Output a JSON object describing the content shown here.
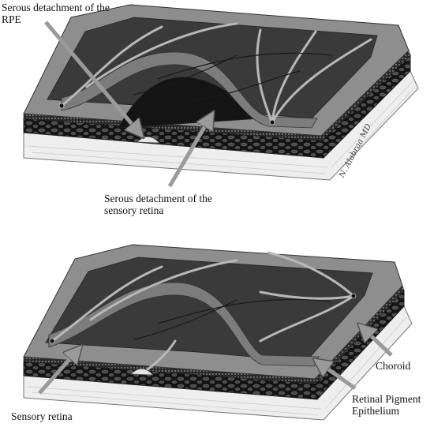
{
  "labels": {
    "rpe_detachment": "Serous detachment of the\nRPE",
    "sensory_detachment": "Serous detachment of the\nsensory retina",
    "sensory_retina": "Sensory retina",
    "choroid": "Choroid",
    "rpe": "Retinal Pigment\nEpithelium"
  },
  "signature": "N. Alabraa MD",
  "colors": {
    "bg": "#ffffff",
    "top_surface": "#8c8c8c",
    "dark_fundus": "#3a3a3a",
    "retina_band": "#7a7a7a",
    "choroid_layer": "#1c1c1c",
    "sclera": "#eeeeee",
    "arrow": "#9a9a9a",
    "text": "#111111"
  }
}
